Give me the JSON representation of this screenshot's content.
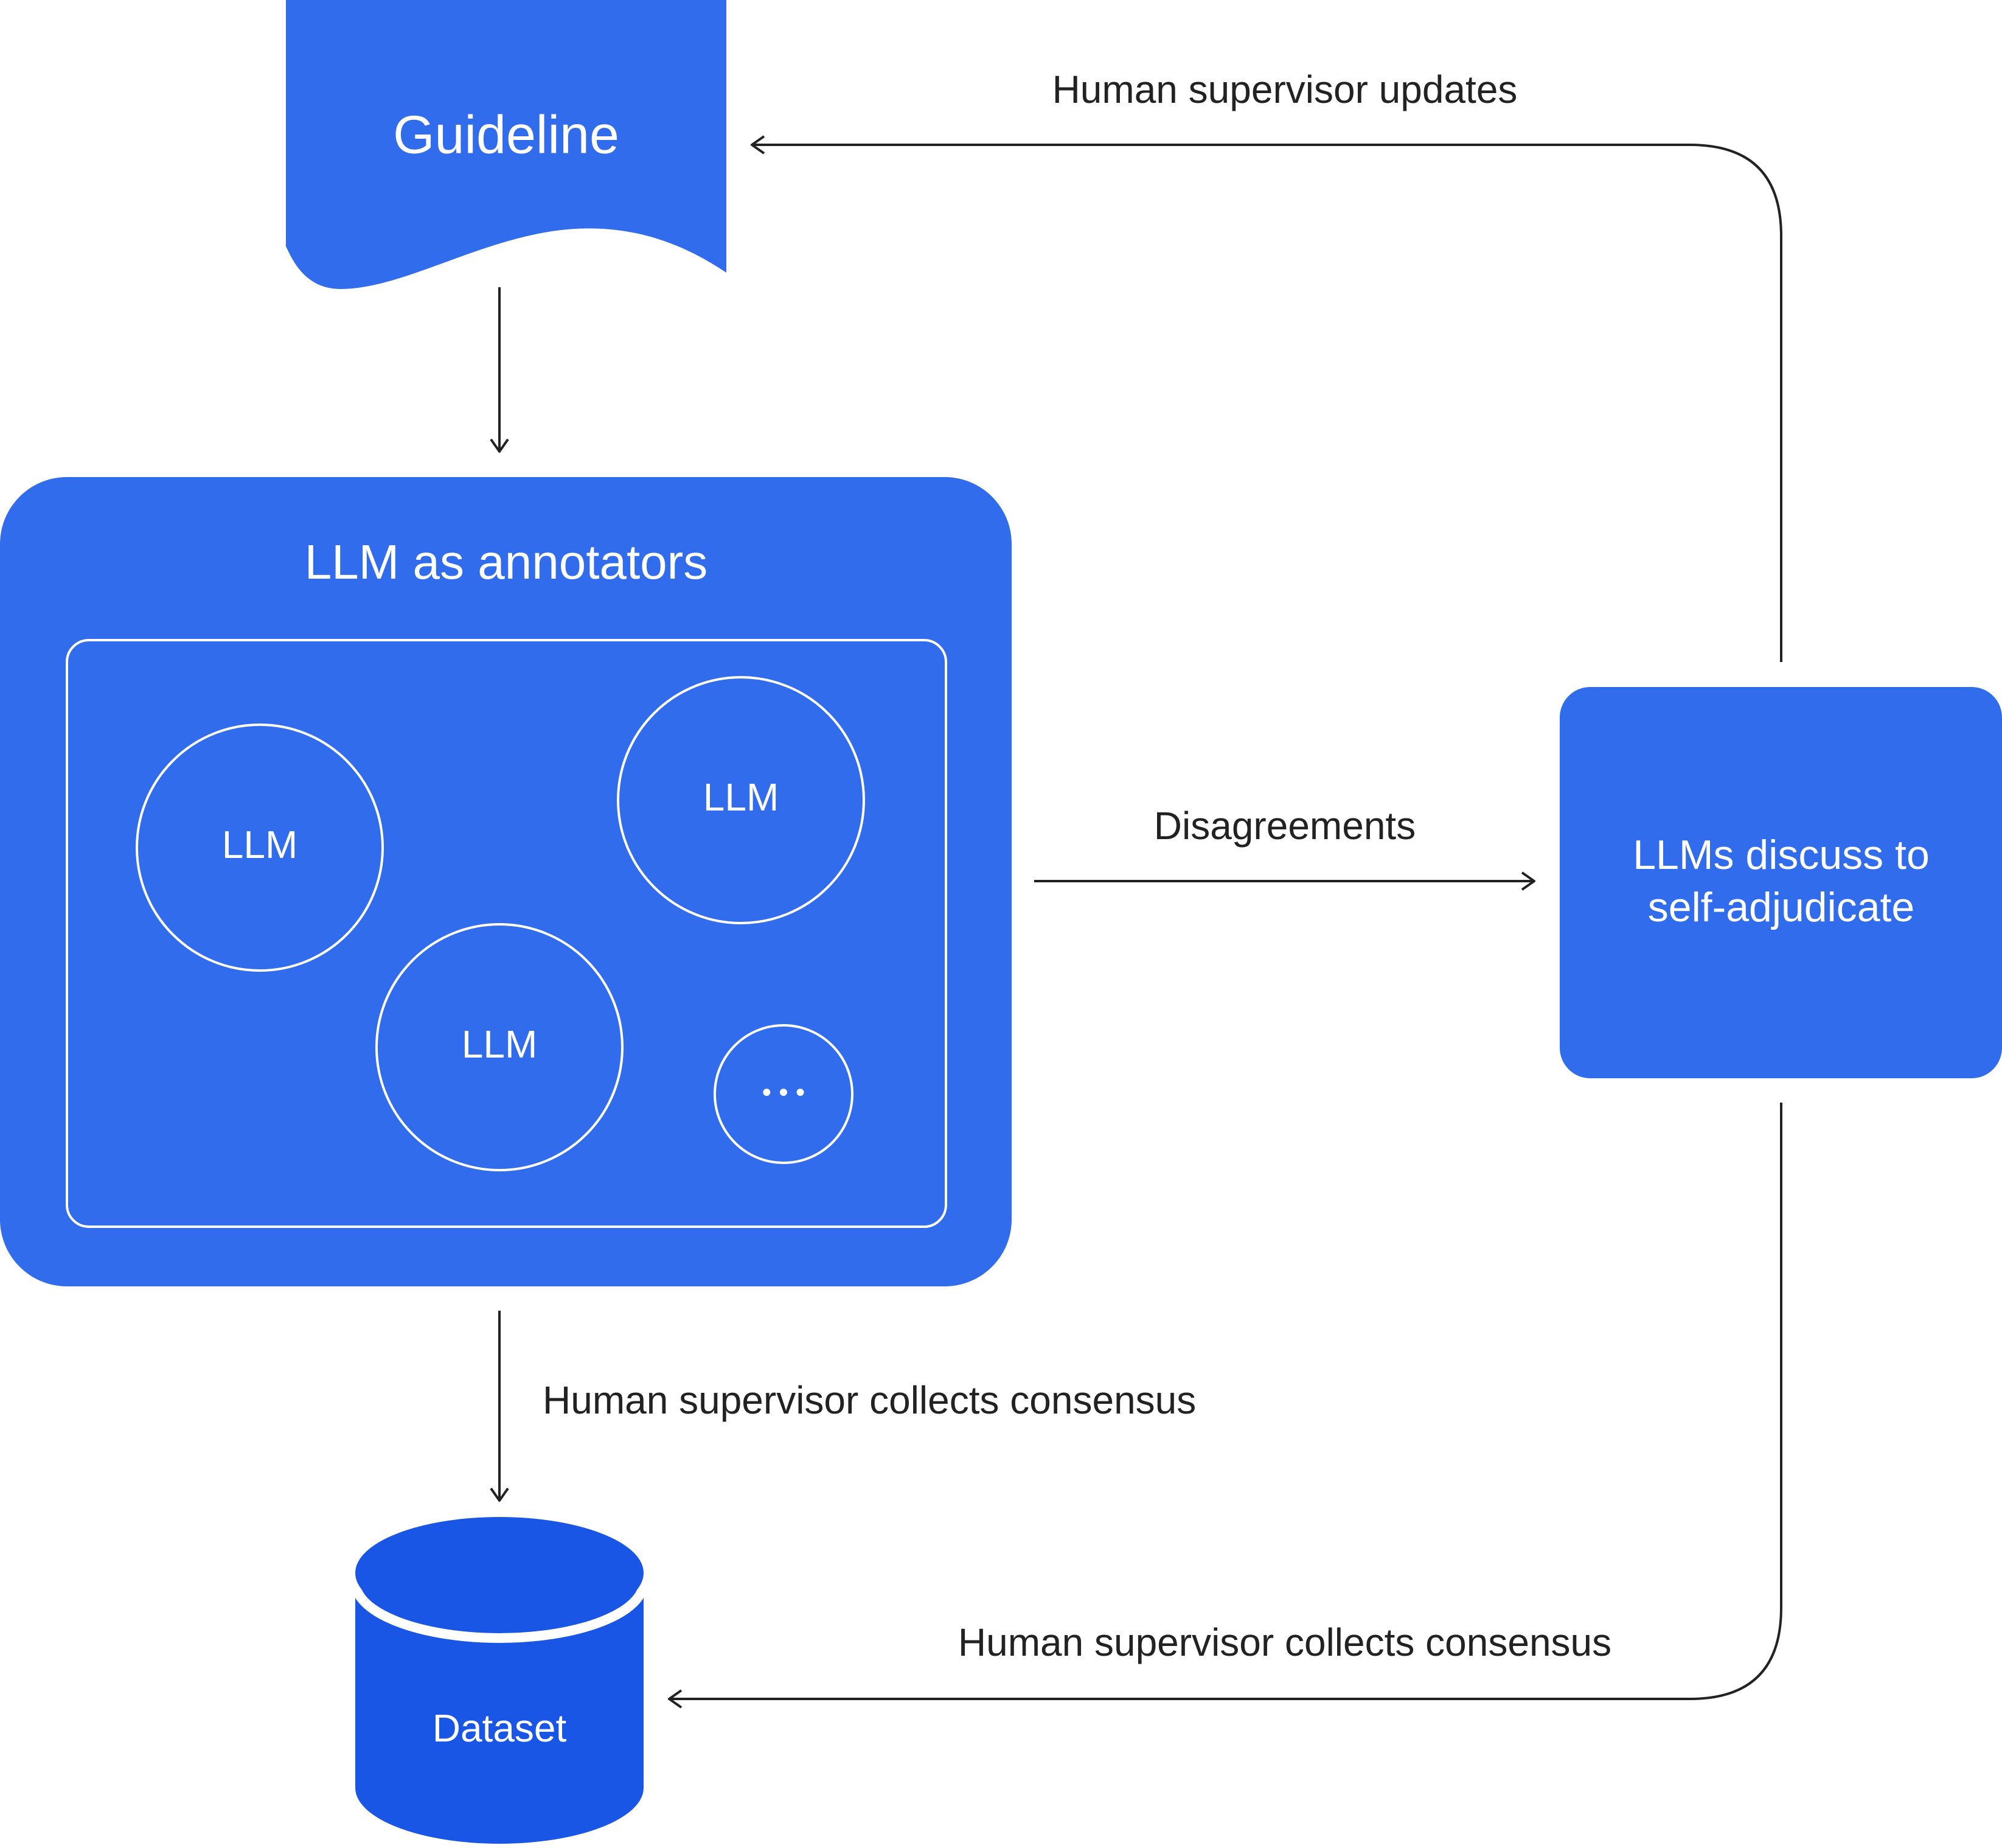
{
  "colors": {
    "box_fill": "#316CEC",
    "dataset_fill": "#1A56E6",
    "edge": "#222222",
    "on_box_text": "#FFFFFF"
  },
  "nodes": {
    "guideline": {
      "label": "Guideline"
    },
    "annotators": {
      "title": "LLM as annotators",
      "members": [
        {
          "label": "LLM"
        },
        {
          "label": "LLM"
        },
        {
          "label": "LLM"
        },
        {
          "label": "• • •"
        }
      ]
    },
    "adjudicate": {
      "label_lines": [
        "LLMs discuss to",
        "self-adjudicate"
      ]
    },
    "dataset": {
      "label": "Dataset"
    }
  },
  "edges": {
    "updates": {
      "label": "Human supervisor updates"
    },
    "guideline_to_annotators": {
      "label": ""
    },
    "disagreements": {
      "label": "Disagreements"
    },
    "consensus_direct": {
      "label": "Human supervisor collects consensus"
    },
    "consensus_adjudicated": {
      "label": "Human supervisor collects consensus"
    }
  }
}
